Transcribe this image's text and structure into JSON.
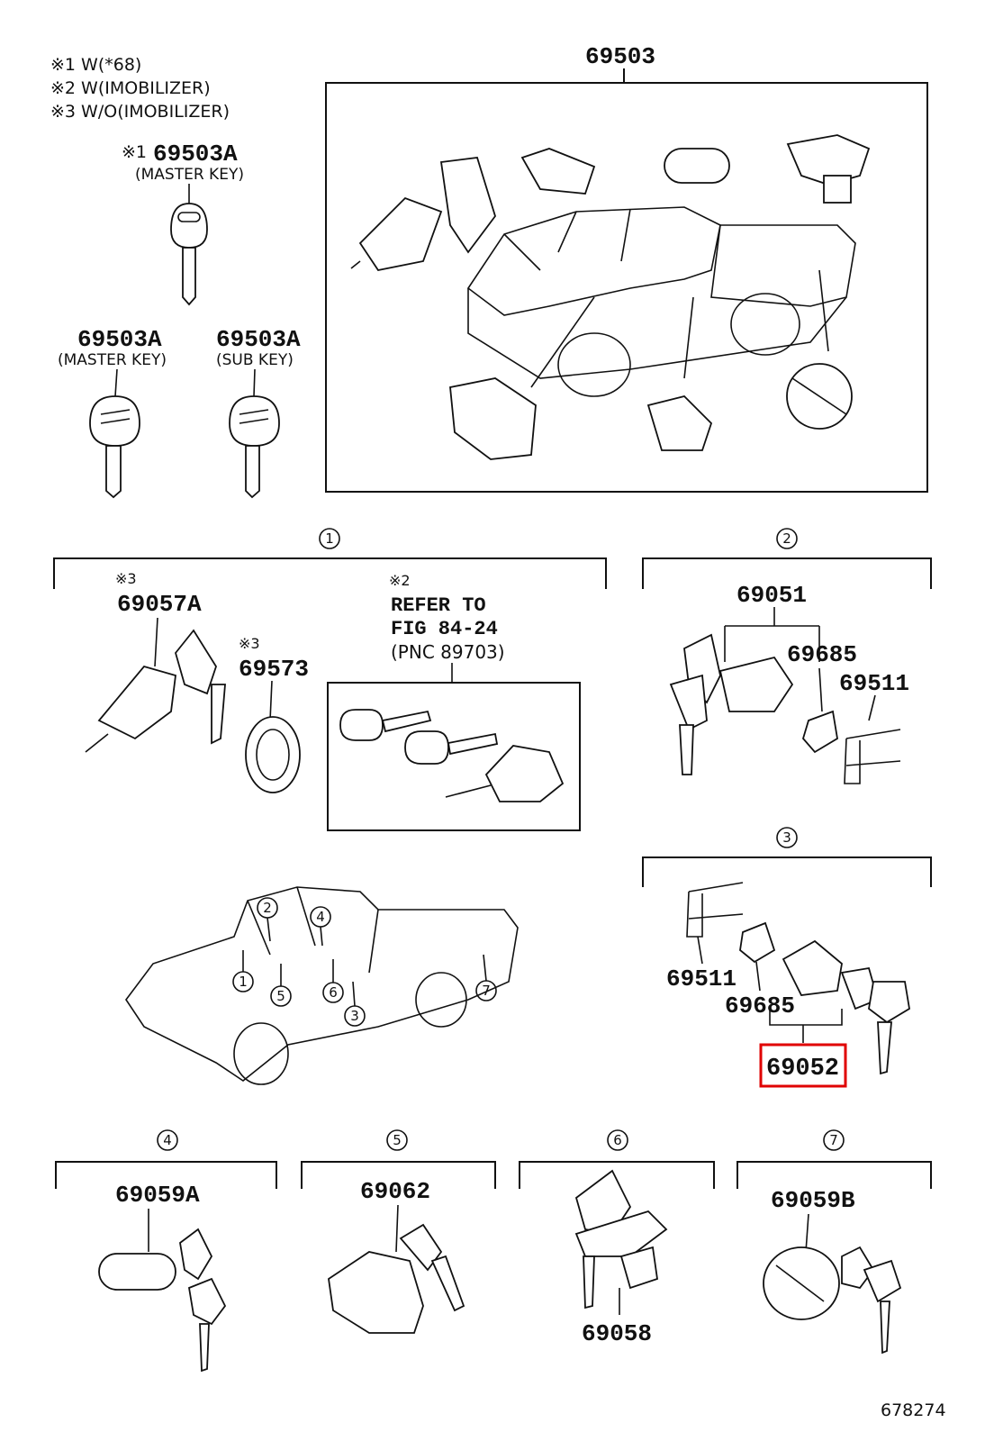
{
  "notes": [
    "※1 W(*68)",
    "※2 W(IMOBILIZER)",
    "※3 W/O(IMOBILIZER)"
  ],
  "top_title": "69503",
  "keys": {
    "k1_mark": "※1",
    "k1_code": "69503A",
    "k1_desc": "(MASTER KEY)",
    "k2_code": "69503A",
    "k2_desc": "(MASTER KEY)",
    "k3_code": "69503A",
    "k3_desc": "(SUB KEY)"
  },
  "groups": {
    "g1": {
      "num": "1",
      "mark_a": "※3",
      "code_a": "69057A",
      "mark_b": "※3",
      "code_b": "69573",
      "mark_c": "※2",
      "refer_line1": "REFER TO",
      "refer_line2": "FIG 84-24",
      "refer_line3": "(PNC 89703)"
    },
    "g2": {
      "num": "2",
      "code_a": "69051",
      "code_b": "69685",
      "code_c": "69511"
    },
    "g3": {
      "num": "3",
      "code_a": "69511",
      "code_b": "69685",
      "code_c": "69052"
    },
    "g4": {
      "num": "4",
      "code": "69059A"
    },
    "g5": {
      "num": "5",
      "code": "69062"
    },
    "g6": {
      "num": "6",
      "code": "69058"
    },
    "g7": {
      "num": "7",
      "code": "69059B"
    }
  },
  "truck_callouts": [
    "2",
    "4",
    "1",
    "5",
    "6",
    "3",
    "7"
  ],
  "highlight": {
    "code": "69052",
    "color": "#e00000"
  },
  "figure_id": "678274"
}
